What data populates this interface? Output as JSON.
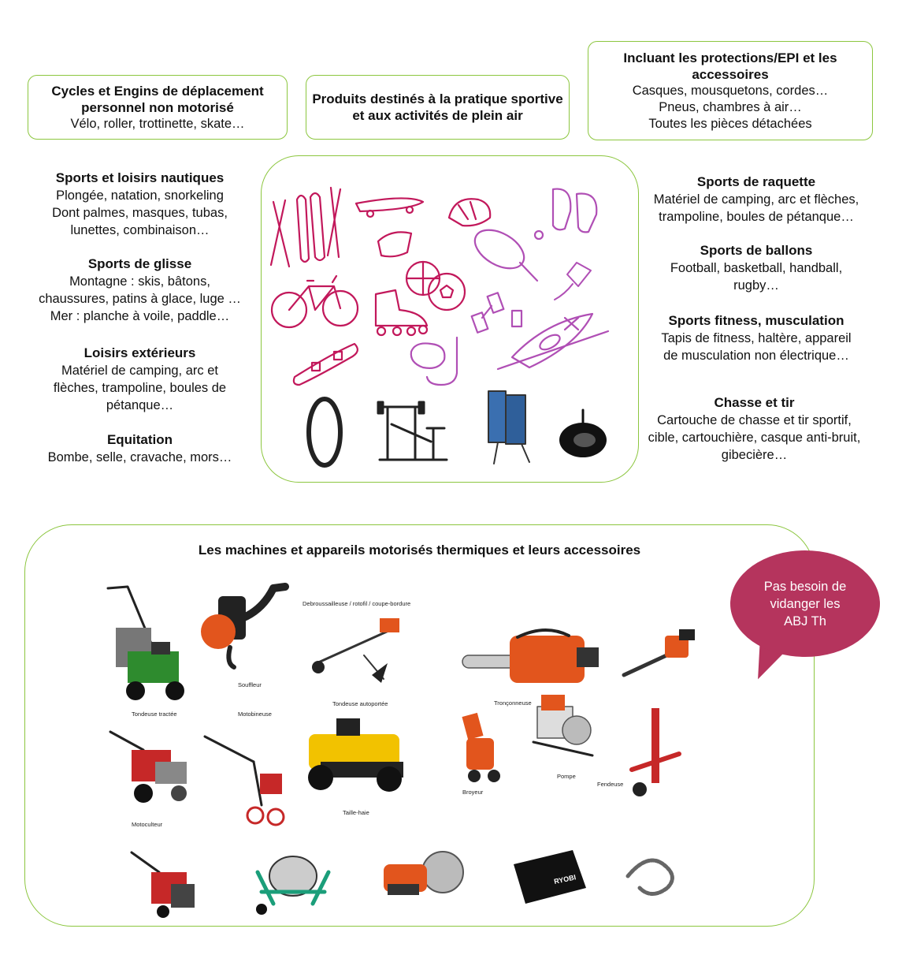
{
  "top_boxes": {
    "cycles": {
      "title": "Cycles et Engins de déplacement personnel non motorisé",
      "line1": "Vélo, roller, trottinette, skate…"
    },
    "produits": {
      "title": "Produits destinés à la pratique sportive et aux activités de plein air"
    },
    "protections": {
      "title": "Incluant les protections/EPI et les accessoires",
      "line1": "Casques, mousquetons, cordes…",
      "line2": "Pneus, chambres à air…",
      "line3": "Toutes les pièces détachées"
    }
  },
  "left_categories": [
    {
      "title": "Sports et loisirs nautiques",
      "line1": "Plongée, natation, snorkeling",
      "line2": "Dont palmes, masques, tubas,",
      "line3": "lunettes, combinaison…"
    },
    {
      "title": "Sports de glisse",
      "line1": "Montagne : skis, bâtons,",
      "line2": "chaussures, patins à glace, luge …",
      "line3": "Mer : planche à voile, paddle…"
    },
    {
      "title": "Loisirs extérieurs",
      "line1": "Matériel de camping, arc et",
      "line2": "flèches, trampoline, boules de",
      "line3": "pétanque…"
    },
    {
      "title": "Equitation",
      "line1": "Bombe, selle, cravache, mors…"
    }
  ],
  "right_categories": [
    {
      "title": "Sports de raquette",
      "line1": "Matériel de camping, arc et flèches,",
      "line2": "trampoline, boules de pétanque…"
    },
    {
      "title": "Sports de ballons",
      "line1": "Football, basketball, handball,",
      "line2": "rugby…"
    },
    {
      "title": "Sports fitness, musculation",
      "line1": "Tapis de fitness, haltère, appareil",
      "line2": "de musculation non électrique…"
    },
    {
      "title": "Chasse et tir",
      "line1": "Cartouche de chasse et tir sportif,",
      "line2": "cible, cartouchière, casque anti-bruit,",
      "line3": "gibecière…"
    }
  ],
  "bottom": {
    "title": "Les machines et appareils motorisés thermiques et leurs accessoires",
    "captions": {
      "debroussailleuse": "Debroussailleuse / rotofil / coupe-bordure",
      "souffleur": "Souffleur",
      "tondeuse_tractee": "Tondeuse tractée",
      "motobineuse": "Motobineuse",
      "tondeuse_autoportee": "Tondeuse autoportée",
      "tronconneuse": "Tronçonneuse",
      "broyeur": "Broyeur",
      "pompe": "Pompe",
      "fendeuse": "Fendeuse",
      "motoculteur": "Motoculteur",
      "taille_haie": "Taille-haie"
    },
    "brand_label": "RYOBI"
  },
  "bubble": {
    "line1": "Pas besoin de",
    "line2": "vidanger les",
    "line3": "ABJ Th"
  },
  "colors": {
    "border_green": "#8cc63f",
    "icon_pink": "#c2185b",
    "icon_violet": "#b04fb5",
    "bubble": "#b5345d"
  }
}
